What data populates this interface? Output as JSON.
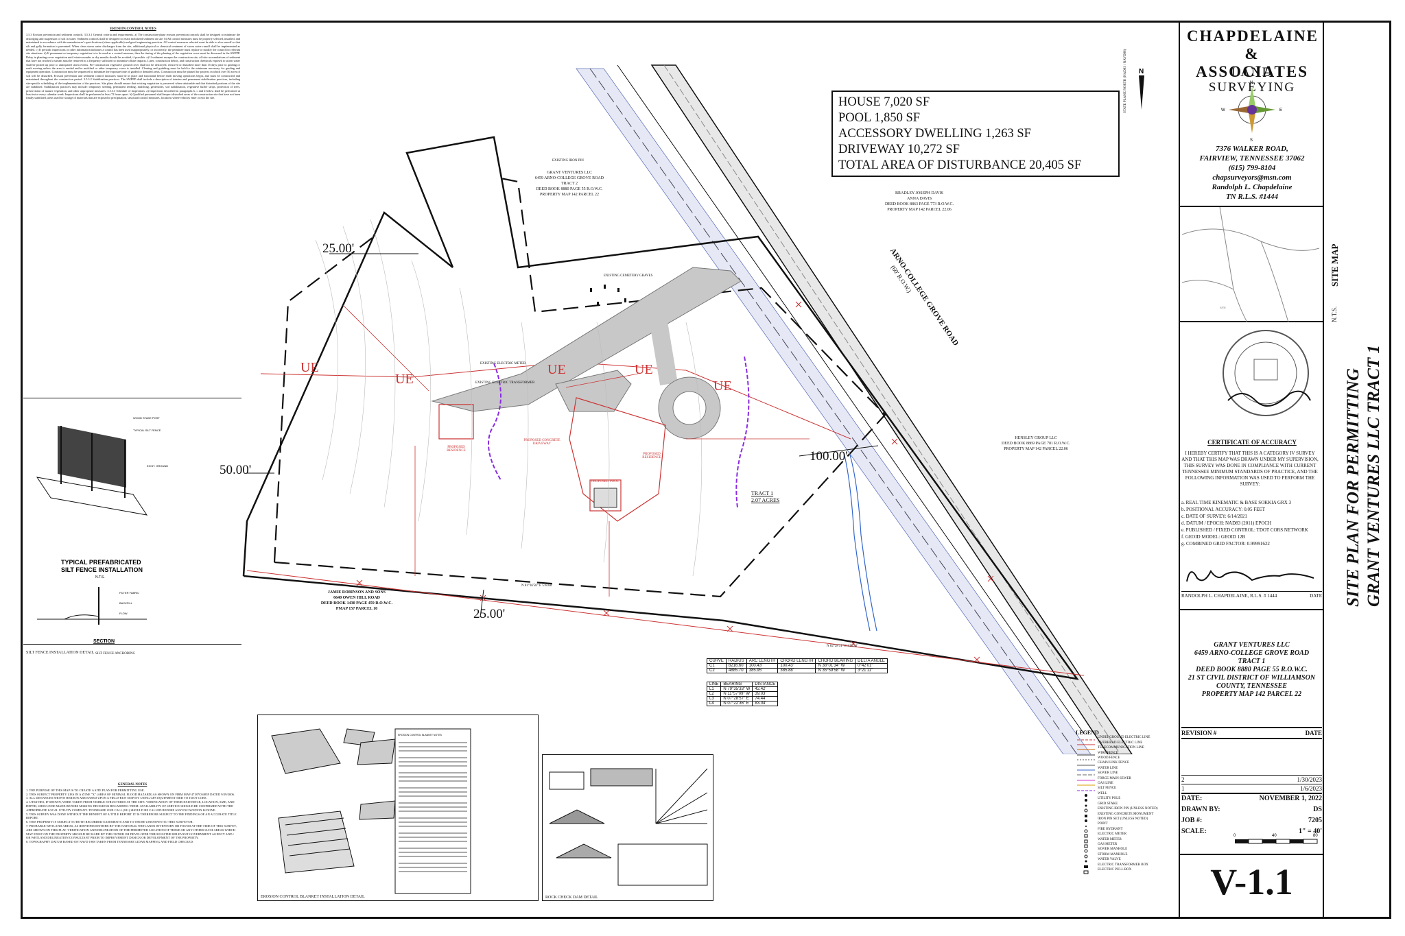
{
  "area_summary": {
    "house": "HOUSE 7,020 SF",
    "pool": "POOL 1,850 SF",
    "accessory": "ACCESSORY DWELLING 1,263 SF",
    "driveway": "DRIVEWAY 10,272 SF",
    "total": "TOTAL AREA OF DISTURBANCE 20,405 SF"
  },
  "firm": {
    "name_line1": "CHAPDELAINE",
    "name_line2": "& ASSOCIATES",
    "subtitle": "LAND SURVEYING",
    "address1": "7376 WALKER ROAD,",
    "address2": "FAIRVIEW, TENNESSEE 37062",
    "phone": "(615) 799-8104",
    "email": "chapsurveyors@msn.com",
    "surveyor": "Randolph L. Chapdelaine",
    "license": "TN R.L.S. #1444"
  },
  "site_map": {
    "label": "SITE MAP",
    "nts": "N.T.S."
  },
  "certificate": {
    "title": "CERTIFICATE OF ACCURACY",
    "body": "I HEREBY CERTIFY THAT THIS IS A CATEGORY IV SURVEY AND THAT THIS MAP WAS DRAWN UNDER MY SUPERVISION, THIS SURVEY WAS DONE IN COMPLIANCE WITH CURRENT TENNESSEE MINIMUM STANDARDS OF PRACTICE, AND THE FOLLOWING INFORMATION WAS USED TO PERFORM THE SURVEY:",
    "items": [
      "a.   REAL TIME KINEMATIC & BASE SOKKIA GRX 3",
      "b.   POSITIONAL ACCURACY: 0.05 FEET",
      "c.   DATE OF SURVEY: 6/14/2021",
      "d.   DATUM / EPOCH: NAD83 (2011) EPOCH",
      "e.   PUBLISHED / FIXED CONTROL: TDOT CORS NETWORK",
      "f.   GEOID MODEL: GEOID 12B",
      "g.   COMBINED GRID FACTOR: 0.99991622"
    ],
    "signature_line": "RANDOLPH L. CHAPDELAINE, R.L.S. # 1444",
    "date_label": "DATE"
  },
  "owner": {
    "line1": "GRANT VENTURES LLC",
    "line2": "6459 ARNO-COLLEGE GROVE ROAD",
    "line3": "TRACT 1",
    "line4": "DEED BOOK 8880 PAGE 55 R.O.W.C.",
    "line5": "21 ST CIVIL DISTRICT OF WILLIAMSON",
    "line6": "COUNTY, TENNESSEE",
    "line7": "PROPERTY MAP 142 PARCEL 22"
  },
  "revisions": {
    "header_rev": "REVISION #",
    "header_date": "DATE",
    "rows": [
      {
        "rev": "2",
        "date": "1/30/2023"
      },
      {
        "rev": "1",
        "date": "1/6/2023"
      }
    ]
  },
  "meta": {
    "date_label": "DATE:",
    "date_value": "NOVEMBER 1, 2022",
    "drawn_label": "DRAWN BY:",
    "drawn_value": "DS",
    "job_label": "JOB #:",
    "job_value": "7205",
    "scale_label": "SCALE:",
    "scale_value": "1\" = 40'",
    "scale_bar_left": "0",
    "scale_bar_mid": "40",
    "scale_bar_right": "80"
  },
  "sheet_number": "V-1.1",
  "sheet_title_line1": "SITE PLAN FOR PERMITTING",
  "sheet_title_line2": "GRANT VENTURES LLC TRACT 1",
  "plan_labels": {
    "setback_25_top": "25.00'",
    "setback_50": "50.00'",
    "setback_25_bottom": "25.00'",
    "setback_100": "100.00'",
    "ue": "UE",
    "road": "ARNO-COLLEGE GROVE ROAD",
    "road_row": "(60' R.O.W.)",
    "tract_label": "TRACT 1",
    "tract_acres": "2.07 ACRES",
    "north_label": "STATE PLANE NORTH (NAD83 / NAVD88)",
    "owner_top": "GRANT VENTURES LLC",
    "owner_top2": "6459 ARNO-COLLEGE GROVE ROAD",
    "owner_top3": "TRACT 2",
    "owner_top4": "DEED BOOK 8880 PAGE 55 R.O.W.C.",
    "owner_top5": "PROPERTY MAP 142 PARCEL 22",
    "neighbor_right1": "BRADLEY JOSEPH DAVIS",
    "neighbor_right2": "ANNA DAVIS",
    "neighbor_right3": "DEED BOOK 8863 PAGE 773 R.O.W.C.",
    "neighbor_right4": "PROPERTY MAP 142 PARCEL 22.06",
    "neighbor_east1": "HENSLEY GROUP LLC",
    "neighbor_east2": "DEED BOOK 8869 PAGE 701 R.O.W.C.",
    "neighbor_east3": "PROPERTY MAP 142 PARCEL 22.06",
    "neighbor_south1": "JAMIE ROBINSON AND SONS",
    "neighbor_south2": "6640 OWEN HILL ROAD",
    "neighbor_south3": "DEED BOOK 1430 PAGE 459 R.O.W.C.",
    "neighbor_south4": "PMAP 157 PARCEL 10",
    "proposed_residence": "PROPOSED RESIDENCE",
    "proposed_residence2": "PROPOSED RESIDENCE",
    "proposed_driveway": "PROPOSED CONCRETE DRIVEWAY",
    "proposed_pool": "PROPOSED POOL",
    "existing_cemetery": "EXISTING CEMETERY GRAVES",
    "existing_iron_pin": "EXISTING IRON PIN",
    "existing_electric_meter": "EXISTING ELECTRIC METER",
    "existing_transformer": "EXISTING ELECTRIC TRANSFORMER",
    "bearing_south": "N 81°36'58\" E  518.88'",
    "bearing_south_east": "N 82°28'31\" E  315.33'"
  },
  "curve_table": {
    "headers": [
      "CURVE",
      "RADIUS",
      "ARC LENGTH",
      "CHORD LENGTH",
      "CHORD BEARING",
      "DELTA ANGLE"
    ],
    "rows": [
      [
        "C1",
        "8216.60'",
        "100.43'",
        "100.43'",
        "N 38°01'34\" W",
        "0°42'01\""
      ],
      [
        "C2",
        "4885.70'",
        "385.95'",
        "385.88'",
        "N 35°59'58\" W",
        "3°21'11\""
      ]
    ]
  },
  "line_table": {
    "headers": [
      "LINE",
      "BEARING",
      "DISTANCE"
    ],
    "rows": [
      [
        "L1",
        "N 79°35'33\" W",
        "42.42'"
      ],
      [
        "L2",
        "N 11°57'09\" W",
        "39.03'"
      ],
      [
        "L3",
        "N 07°28'57\" E",
        "74.44'"
      ],
      [
        "L4",
        "N 07°22'36\" E",
        "83.04'"
      ]
    ]
  },
  "legend": {
    "title": "LEGEND",
    "items": [
      "UNDERGROUND ELECTRIC LINE",
      "OVERHEAD ELECTRIC LINE",
      "TELECOMMUNICATION LINE",
      "WIRE FENCE",
      "WOOD FENCE",
      "CHAIN LINK FENCE",
      "WATER LINE",
      "SEWER LINE",
      "FORCE MAIN SEWER",
      "GAS LINE",
      "SILT FENCE",
      "WELL",
      "UTILITY POLE",
      "GRID STAKE",
      "EXISTING IRON PIN (UNLESS NOTED)",
      "EXISTING CONCRETE MONUMENT",
      "IRON PIN SET (UNLESS NOTED)",
      "POINT",
      "FIRE HYDRANT",
      "ELECTRIC METER",
      "WATER METER",
      "GAS METER",
      "SEWER MANHOLE",
      "STORM MANHOLE",
      "WATER VALVE",
      "ELECTRIC TRANSFORMER BOX",
      "ELECTRIC PULL BOX"
    ]
  },
  "details": {
    "silt_title": "TYPICAL PREFABRICATED",
    "silt_title2": "SILT FENCE INSTALLATION",
    "silt_nts": "N.T.S.",
    "section": "SECTION",
    "silt_anchoring": "SILT FENCE ANCHORING",
    "silt_caption": "SILT FENCE INSTALLATION  DETAIL",
    "blanket_caption": "EROSION CONTROL BLANKET INSTALLATION  DETAIL",
    "rock_caption": "ROCK CHECK DAM DETAIL"
  },
  "erosion_notes": {
    "title": "EROSION CONTROL NOTES",
    "text": "3.5.3 Erosion prevention and sediment controls. 3.5.3.1 General criteria and requirements. a) The construction-phase erosion prevention controls shall be designed to minimize the dislodging and suspension of soil in water. Sediment controls shall be designed to retain mobilized sediment on site. b) All control measures must be properly selected, installed, and maintained in accordance with the manufacturer's specifications (where applicable) and good engineering practices. All control measures selected must be able to slow runoff so that silt and gully formation is prevented. When clean storm water discharges from the site, additional physical or chemical treatment of storm water runoff shall be implemented as needed. c) If periodic inspections or other information indicates a control has been used inappropriately, or incorrectly, the permittee must replace or modify the control for relevant site situations. d) If permanent or temporary vegetation is to be used as a control measure, then the timing of the planting of the vegetation cover must be discussed in the SWPPP. Delay in planting cover vegetation until winter months or dry months should be avoided, if possible. e) If sediment escapes the construction site, off-site accumulations of sediment that have not reached a stream must be removed at a frequency sufficient to minimize offsite impacts. Litter, construction debris, and construction chemicals exposed to storm water shall be picked up prior to anticipated storm events. Pre-construction vegetative ground cover shall not be destroyed, removed or disturbed more than 15 days prior to grading or earth moving unless the area is seeded and/or mulched or other temporary cover is installed. Clearing and grubbing must be held to the minimum necessary for grading and equipment operation. Construction must be sequenced to minimize the exposure time of graded or denuded areas. Construction must be phased for projects in which over 50 acres of soil will be disturbed. Erosion prevention and sediment control measures must be in place and functional before earth moving operations begin, and must be constructed and maintained throughout the construction period. 3.5.3.2 Stabilization practices. The SWPPP shall include a description of interim and permanent stabilization practices, including site-specific scheduling of the implementation of the practices. Site plans should ensure that existing vegetation is preserved where attainable and that disturbed portions of the site are stabilized. Stabilization practices may include: temporary seeding, permanent seeding, mulching, geotextiles, sod stabilization, vegetative buffer strips, protection of trees, preservation of mature vegetation, and other appropriate measures. 3.5.3.3 Schedule of inspections. a) Inspections described in paragraphs b, c and d below shall be performed at least twice every calendar week. Inspections shall be performed at least 72 hours apart. b) Qualified personnel shall inspect disturbed areas of the construction site that have not been finally stabilized, areas used for storage of materials that are exposed to precipitation, structural control measures, locations where vehicles enter or exit the site."
  },
  "general_notes": {
    "title": "GENERAL NOTES",
    "items": [
      "1.  THE PURPOSE OF THIS MAP IS TO CREATE A SITE PLAN FOR PERMITTING USE.",
      "2.  THIS SUBJECT PROPERTY LIES IN A ZONE \"X\" (AREA OF MINIMAL FLOOD HAZARD) AS SHOWN ON FIRM MAP 47187C0485F DATED 9/29/2006.",
      "3.  ALL DISTANCES SHOWN HEREON ARE BASED UPON A FIELD-RUN SURVEY USING GPS EQUIPMENT TIED TO TDOT CORS.",
      "4.  UTILITIES, IF SHOWN, WERE TAKEN FROM VISIBLE STRUCTURES AT THE SITE. VERIFICATION OF THEIR EXISTENCE, LOCATION, SIZE, AND DEPTH, SHOULD BE MADE BEFORE MAKING DECISIONS REGARDING THEM. AVAILABILITY OF SERVICE SHOULD BE CONFIRMED WITH THE APPROPRIATE LOCAL UTILITY COMPANY. TENNESSEE ONE CALL (811) SHOULD BE CALLED BEFORE ANY EXCAVATION IS DONE.",
      "5.  THIS SURVEY WAS DONE WITHOUT THE BENEFIT OF A TITLE REPORT. IT IS THEREFORE SUBJECT TO THE FINDINGS OF AN ACCURATE TITLE REPORT.",
      "6.  THIS PROPERTY IS SUBJECT TO BOTH RECORDED EASEMENTS AND TO THOSE UNKNOWN TO THIS SURVEYOR.",
      "7.  PROBABLE WETLAND AREAS, AS IDENTIFIED EITHER BY THE NATIONAL WETLANDS INVENTORY OR FOUND AT THE TIME OF THIS SURVEY, ARE SHOWN ON THIS PLAT. VERIFICATION AND DELINEATION OF THE PERIMETER LOCATION OF THESE OR ANY OTHER SUCH AREAS WHICH MAY EXIST ON THE PROPERTY SHOULD BE MADE BY THE OWNER OR DEVELOPER THROUGH THE RELEVANT GOVERNMENT AGENCY AND / OR WETLAND DELINEATION CONSULTANT PRIOR TO IMPROVEMENT DESIGN OR DEVELOPMENT OF THE PROPERTY.",
      "8.  TOPOGRAPHY DATUM BASED ON NAVD 1988 TAKEN FROM TENNESSEE LIDAR MAPPING AND FIELD CHECKED."
    ]
  }
}
